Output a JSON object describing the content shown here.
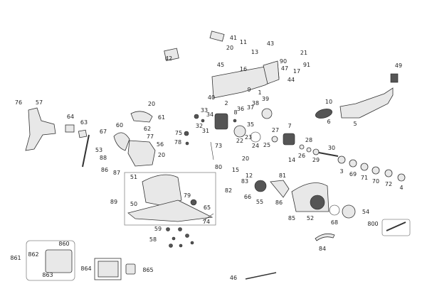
{
  "diagram": {
    "type": "exploded parts diagram",
    "part_labels": [
      "41",
      "11",
      "20",
      "13",
      "43",
      "21",
      "90",
      "91",
      "47",
      "17",
      "45",
      "16",
      "44",
      "42",
      "9",
      "1",
      "40",
      "49",
      "10",
      "6",
      "5",
      "76",
      "57",
      "20",
      "61",
      "64",
      "63",
      "60",
      "62",
      "77",
      "67",
      "56",
      "75",
      "78",
      "53",
      "88",
      "20",
      "2",
      "33",
      "34",
      "32",
      "31",
      "8",
      "36",
      "37",
      "38",
      "39",
      "35",
      "22",
      "23",
      "24",
      "25",
      "27",
      "7",
      "28",
      "26",
      "14",
      "29",
      "30",
      "3",
      "69",
      "71",
      "70",
      "72",
      "4",
      "73",
      "20",
      "80",
      "15",
      "12",
      "83",
      "82",
      "66",
      "55",
      "81",
      "86",
      "85",
      "52",
      "68",
      "54",
      "800",
      "84",
      "46",
      "86",
      "87",
      "51",
      "89",
      "50",
      "79",
      "65",
      "74",
      "59",
      "58",
      "860",
      "862",
      "861",
      "863",
      "864",
      "865"
    ]
  }
}
